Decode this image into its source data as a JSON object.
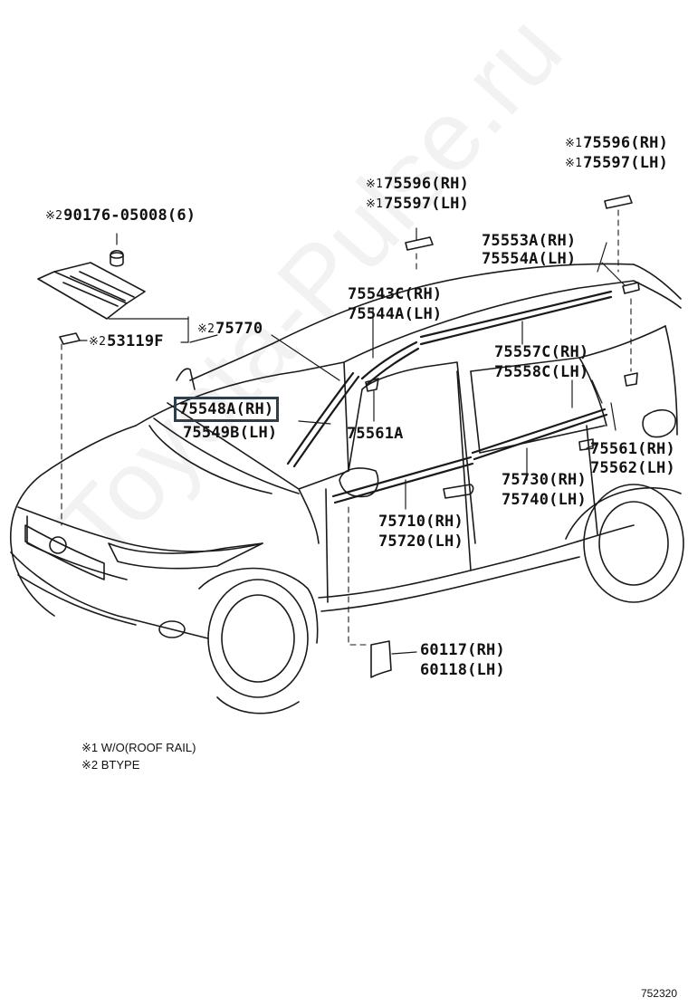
{
  "watermark": "Toyota-Pulse.ru",
  "figure_number": "752320",
  "marker_symbol": "※",
  "notes": [
    {
      "mark": "※1",
      "text": "W/O(ROOF RAIL)"
    },
    {
      "mark": "※2",
      "text": "BTYPE"
    }
  ],
  "labels": {
    "p90176": {
      "mark": "※2",
      "text": "90176-05008(6)"
    },
    "p75770": {
      "mark": "※2",
      "text": "75770"
    },
    "p53119F": {
      "mark": "※2",
      "text": "53119F"
    },
    "p75596_center": {
      "mark": "※1",
      "text": "75596(RH)"
    },
    "p75597_center": {
      "mark": "※1",
      "text": "75597(LH)"
    },
    "p75596_right": {
      "mark": "※1",
      "text": "75596(RH)"
    },
    "p75597_right": {
      "mark": "※1",
      "text": "75597(LH)"
    },
    "p75553A": "75553A(RH)",
    "p75554A": "75554A(LH)",
    "p75543C": "75543C(RH)",
    "p75544A": "75544A(LH)",
    "p75557C": "75557C(RH)",
    "p75558C": "75558C(LH)",
    "p75548A": "75548A(RH)",
    "p75549B": "75549B(LH)",
    "p75561A": "75561A",
    "p75561": "75561(RH)",
    "p75562": "75562(LH)",
    "p75730": "75730(RH)",
    "p75740": "75740(LH)",
    "p75710": "75710(RH)",
    "p75720": "75720(LH)",
    "p60117": "60117(RH)",
    "p60118": "60118(LH)"
  },
  "colors": {
    "line": "#1a1a1a",
    "highlight_border": "#2f3f4a",
    "watermark": "#e6e6e6"
  }
}
